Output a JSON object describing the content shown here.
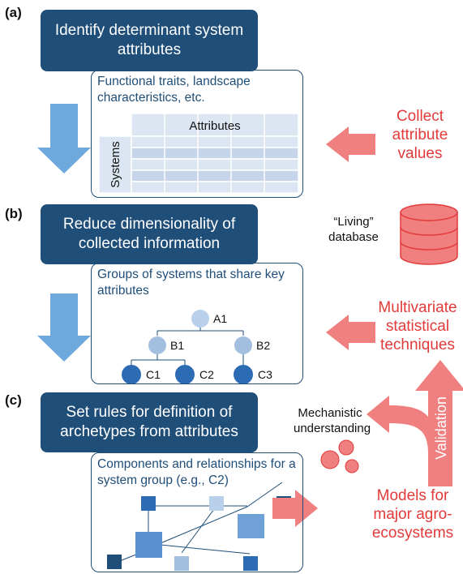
{
  "panels": {
    "a": {
      "label": "(a)",
      "step": "Identify determinant system attributes",
      "box_title": "Functional traits, landscape characteristics, etc.",
      "table_header": "Attributes",
      "table_side": "Systems"
    },
    "b": {
      "label": "(b)",
      "step": "Reduce dimensionality of collected information",
      "box_title": "Groups of systems that share key attributes",
      "tree_nodes": [
        "A1",
        "B1",
        "B2",
        "C1",
        "C2",
        "C3"
      ]
    },
    "c": {
      "label": "(c)",
      "step": "Set rules for definition of archetypes from attributes",
      "box_title": "Components and relationships for a system group (e.g., C2)"
    }
  },
  "right": {
    "collect": "Collect attribute values",
    "living_db": "“Living” database",
    "multivariate": "Multivariate statistical techniques",
    "mechanistic": "Mechanistic understanding",
    "validation": "Validation",
    "models": "Models for major agro-ecosystems"
  },
  "colors": {
    "step_blue": "#1f4e79",
    "arrow_blue": "#6fa8dc",
    "accent_red": "#e23a3a",
    "arrow_red": "#f08080"
  }
}
